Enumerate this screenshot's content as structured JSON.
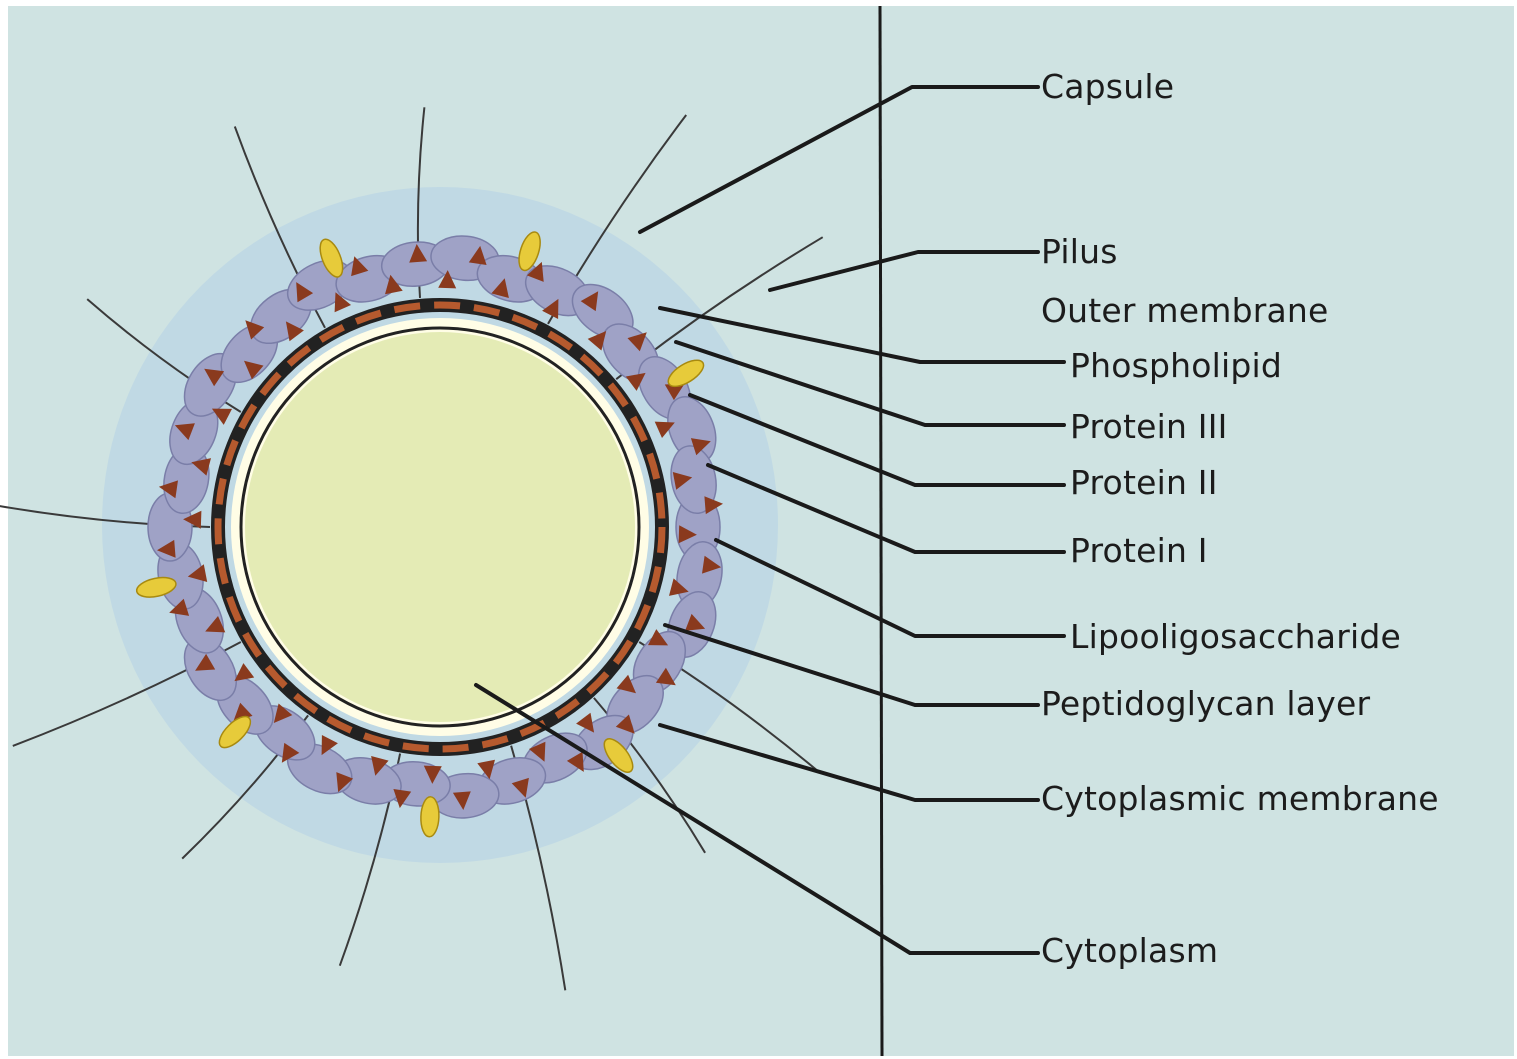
{
  "colors": {
    "background": "#cfe3e2",
    "capsule": "#c0d9e4",
    "cytoplasm": "#e4ebb5",
    "outer_membrane": "#9fa2c6",
    "protein_dark": "#8a3a1e",
    "peptidoglycan": "#b65a2e",
    "membrane_dark": "#222222",
    "lipooligosaccharide": "#e7cb3a",
    "leader_lines": "#1a1a1a"
  },
  "labels": {
    "capsule": "Capsule",
    "pilus": "Pilus",
    "outer_membrane": "Outer membrane",
    "phospholipid": "Phospholipid",
    "protein_iii": "Protein III",
    "protein_ii": "Protein II",
    "protein_i": "Protein I",
    "lipooligosaccharide": "Lipooligosaccharide",
    "peptidoglycan": "Peptidoglycan layer",
    "cytoplasmic_membrane": "Cytoplasmic membrane",
    "cytoplasm": "Cytoplasm"
  }
}
